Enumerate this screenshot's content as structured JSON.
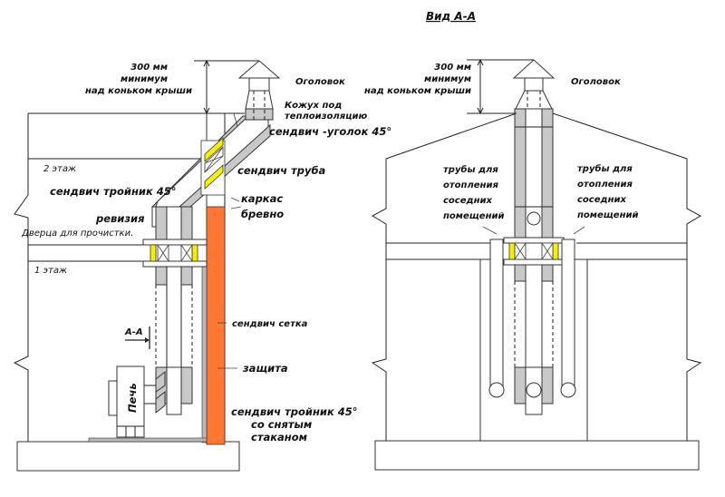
{
  "colors": {
    "pipe_gray": "#c8c8c8",
    "insulation_yellow": "#f5f000",
    "protection_orange": "#ff7733",
    "line": "#222222",
    "background": "#ffffff"
  },
  "left_view": {
    "clearance": {
      "line1": "300 мм",
      "line2": "минимум",
      "line3": "над коньком крыши"
    },
    "labels": {
      "head": "Оголовок",
      "casing_line1": "Кожух под",
      "casing_line2": "теплоизоляцию",
      "elbow": "сендвич -уголок 45°",
      "pipe": "сендвич труба",
      "frame": "каркас",
      "log": "бревно",
      "floor2": "2 этаж",
      "tee": "сендвич тройник 45°",
      "revision": "ревизия",
      "cleanout_door": "Дверца для прочистки.",
      "floor1": "1 этаж",
      "mesh": "сендвич сетка",
      "section_marker": "А-А",
      "protection": "защита",
      "stove": "Печь",
      "bottom_tee_line1": "сендвич тройник 45°",
      "bottom_tee_line2": "со снятым",
      "bottom_tee_line3": "стаканом"
    }
  },
  "right_view": {
    "title": "Вид А-А",
    "clearance": {
      "line1": "300 мм",
      "line2": "минимум",
      "line3": "над коньком крыши"
    },
    "labels": {
      "head": "Оголовок",
      "left_pipes_line1": "трубы для",
      "left_pipes_line2": "отопления",
      "left_pipes_line3": "соседних",
      "left_pipes_line4": "помещений",
      "right_pipes_line1": "трубы для",
      "right_pipes_line2": "отопления",
      "right_pipes_line3": "соседних",
      "right_pipes_line4": "помещений"
    }
  }
}
